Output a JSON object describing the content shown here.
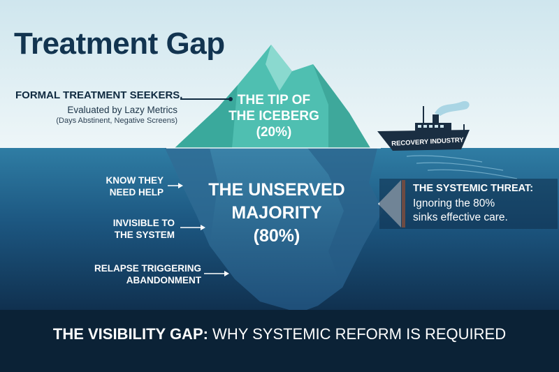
{
  "title": "Treatment Gap",
  "seekers": {
    "heading": "FORMAL TREATMENT SEEKERS.",
    "line1": "Evaluated by Lazy Metrics",
    "line2": "(Days Abstinent, Negative Screens)"
  },
  "tip": {
    "line1": "THE TIP OF",
    "line2": "THE ICEBERG",
    "line3": "(20%)",
    "percent": 20
  },
  "ship": {
    "label": "RECOVERY INDUSTRY"
  },
  "underwater_labels": [
    {
      "line1": "KNOW THEY",
      "line2": "NEED HELP"
    },
    {
      "line1": "INVISIBLE TO",
      "line2": "THE SYSTEM"
    },
    {
      "line1": "RELAPSE TRIGGERING",
      "line2": "ABANDONMENT"
    }
  ],
  "majority": {
    "line1": "THE UNSERVED",
    "line2": "MAJORITY",
    "line3": "(80%)",
    "percent": 80
  },
  "threat": {
    "heading": "THE SYSTEMIC THREAT:",
    "line1": "Ignoring the 80%",
    "line2": "sinks effective care."
  },
  "footer": {
    "bold": "THE VISIBILITY GAP:",
    "rest": " WHY SYSTEMIC REFORM IS REQUIRED"
  },
  "colors": {
    "sky_top": "#cfe6ee",
    "sky_bottom": "#eef6f8",
    "water_top": "#2f7da4",
    "water_bottom": "#0f2e4c",
    "ice_top": "#5bc7b8",
    "ice_under": "#2e6a93",
    "accent_orange": "#e0703a",
    "footer_bg": "#0b2236"
  }
}
